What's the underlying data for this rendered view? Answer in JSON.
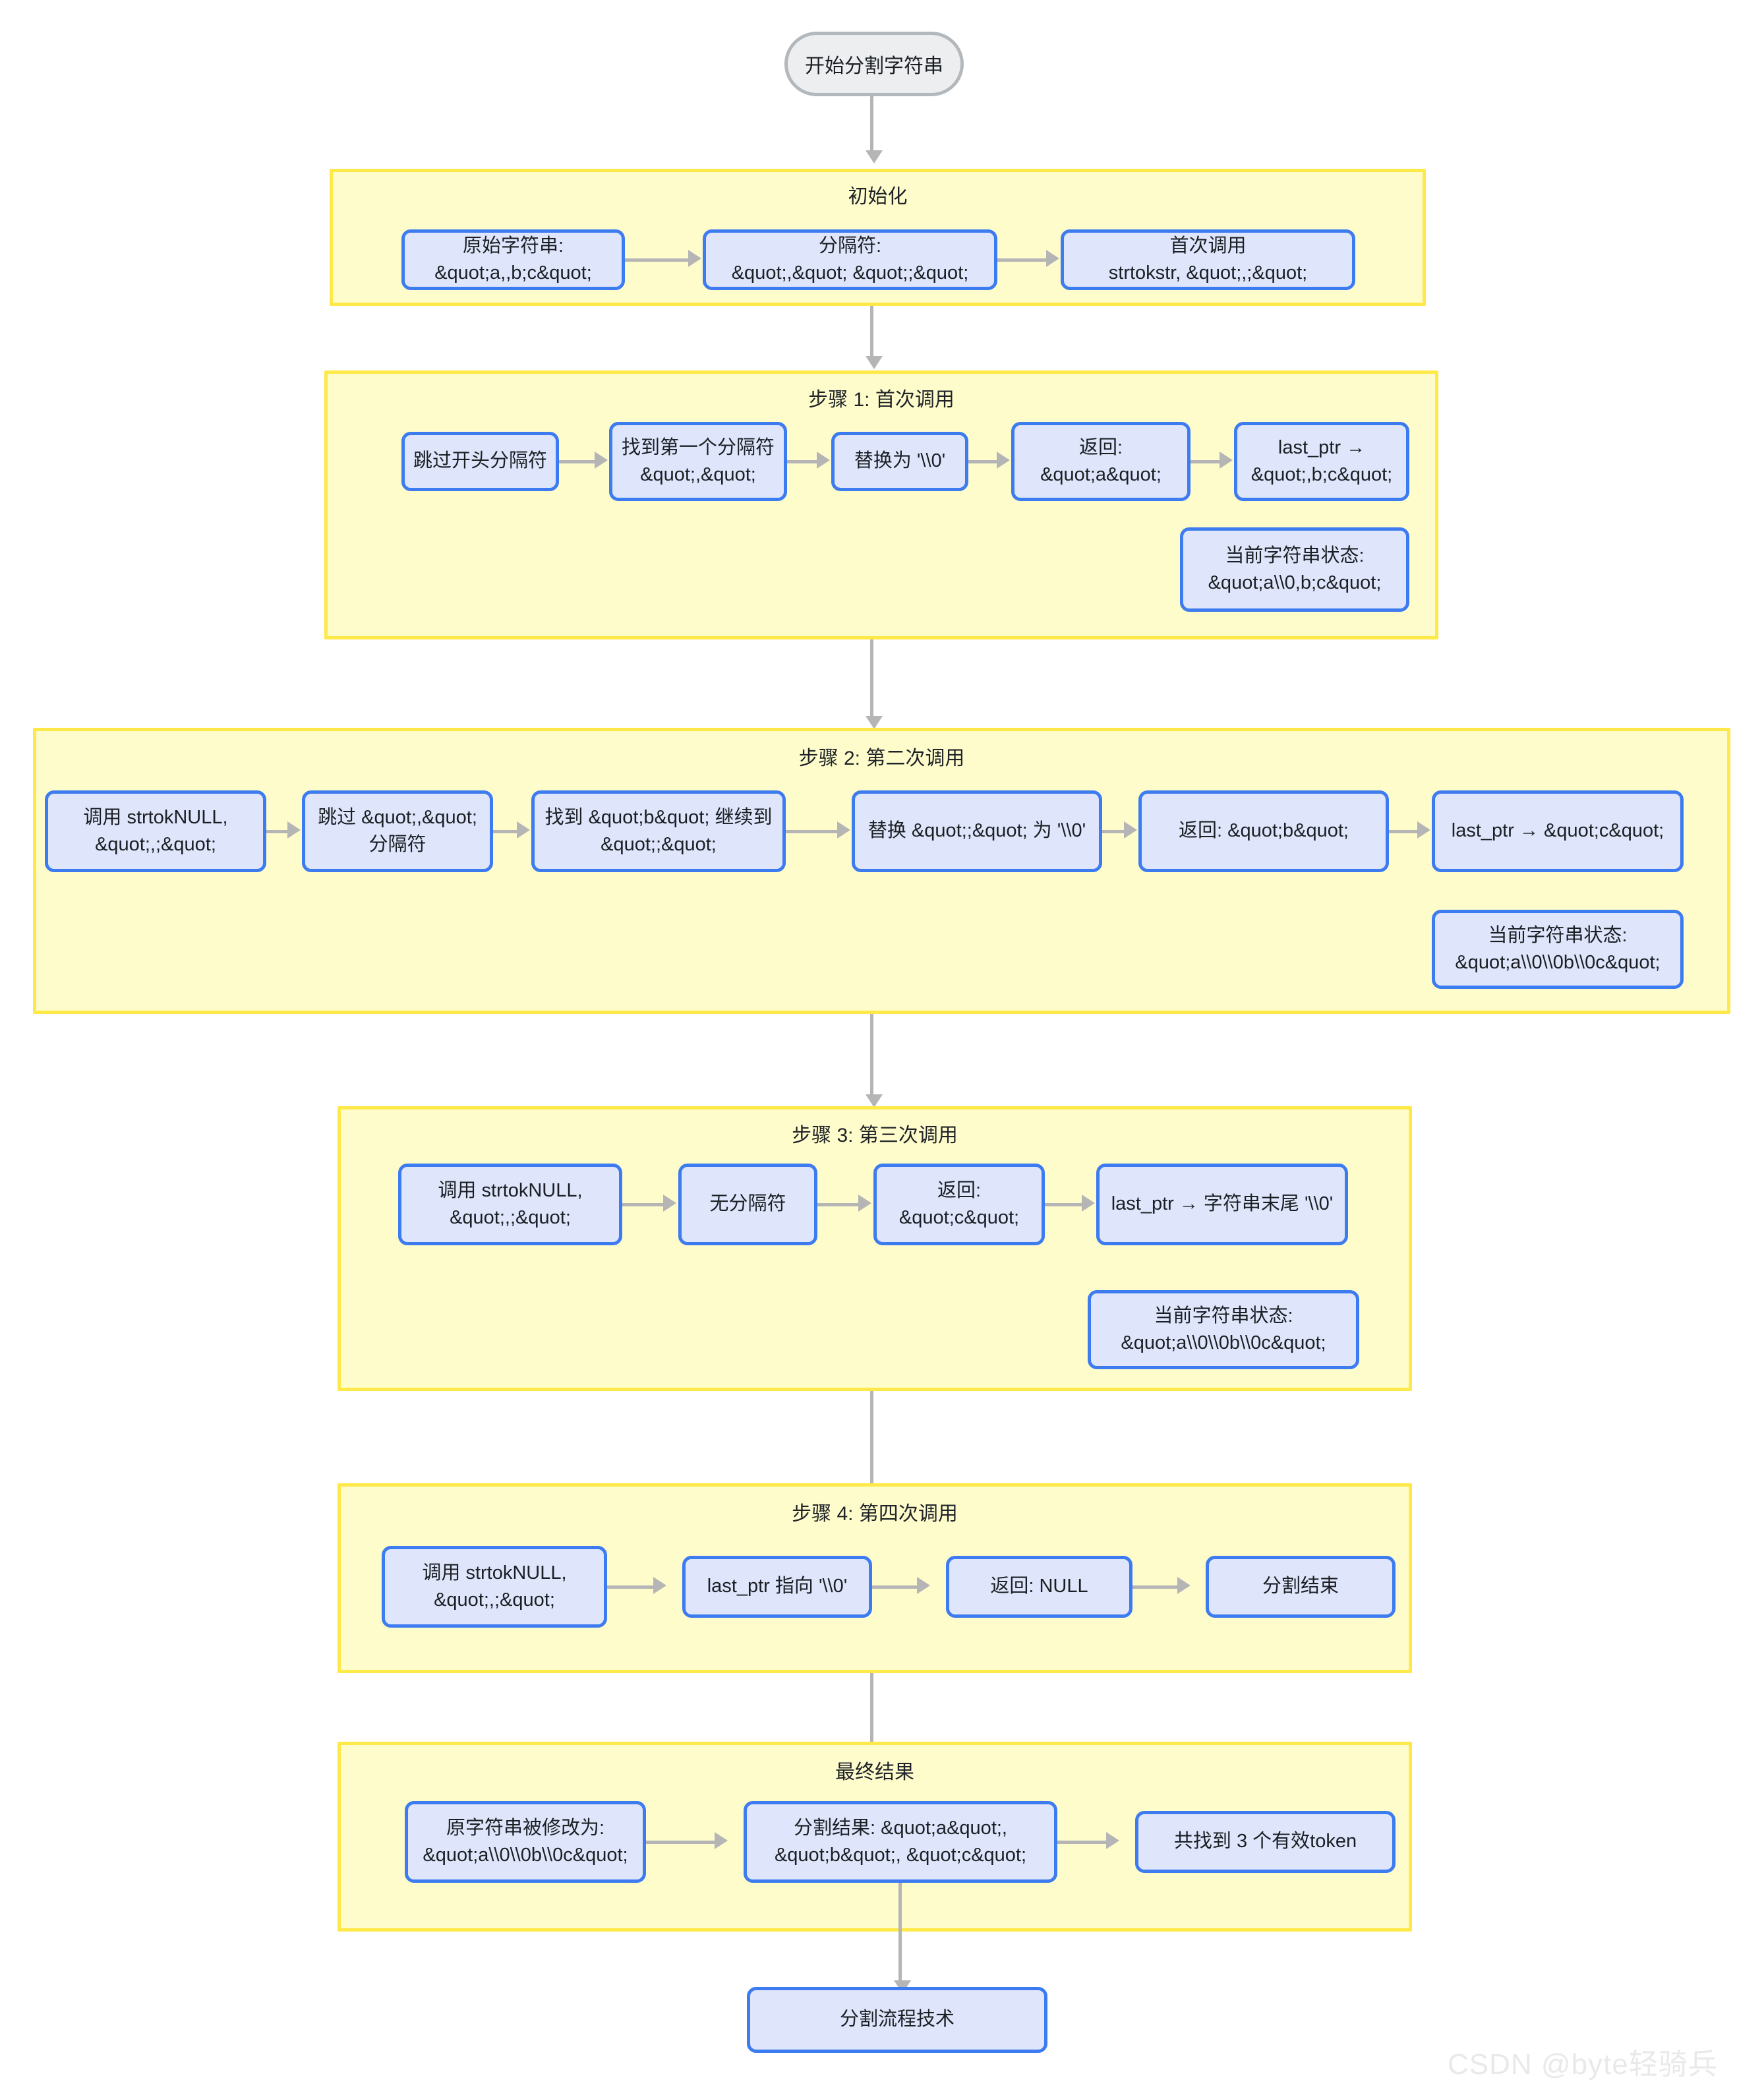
{
  "diagram": {
    "title_node": {
      "label": "开始分割字符串"
    },
    "end_node": {
      "label": "分割流程技术"
    },
    "sections": [
      {
        "id": "init",
        "title": "初始化",
        "nodes": [
          {
            "id": "init-1",
            "label": "原始字符串:\n&quot;a,,b;c&quot;"
          },
          {
            "id": "init-2",
            "label": "分隔符:\n&quot;,&quot; &quot;;&quot;"
          },
          {
            "id": "init-3",
            "label": "首次调用\nstrtokstr, &quot;,;&quot;"
          }
        ]
      },
      {
        "id": "step1",
        "title": "步骤 1: 首次调用",
        "nodes": [
          {
            "id": "s1-1",
            "label": "跳过开头分隔符"
          },
          {
            "id": "s1-2",
            "label": "找到第一个分隔符\n&quot;,&quot;"
          },
          {
            "id": "s1-3",
            "label": "替换为 '\\\\0'"
          },
          {
            "id": "s1-4",
            "label": "返回:\n&quot;a&quot;"
          },
          {
            "id": "s1-5",
            "label": "last_ptr →\n&quot;,b;c&quot;"
          },
          {
            "id": "s1-state",
            "label": "当前字符串状态:\n&quot;a\\\\0,b;c&quot;"
          }
        ]
      },
      {
        "id": "step2",
        "title": "步骤 2: 第二次调用",
        "nodes": [
          {
            "id": "s2-1",
            "label": "调用 strtokNULL,\n&quot;,;&quot;"
          },
          {
            "id": "s2-2",
            "label": "跳过 &quot;,&quot;\n分隔符"
          },
          {
            "id": "s2-3",
            "label": "找到 &quot;b&quot; 继续到\n&quot;;&quot;"
          },
          {
            "id": "s2-4",
            "label": "替换 &quot;;&quot; 为 '\\\\0'"
          },
          {
            "id": "s2-5",
            "label": "返回: &quot;b&quot;"
          },
          {
            "id": "s2-6",
            "label": "last_ptr → &quot;c&quot;"
          },
          {
            "id": "s2-state",
            "label": "当前字符串状态:\n&quot;a\\\\0\\\\0b\\\\0c&quot;"
          }
        ]
      },
      {
        "id": "step3",
        "title": "步骤 3: 第三次调用",
        "nodes": [
          {
            "id": "s3-1",
            "label": "调用 strtokNULL,\n&quot;,;&quot;"
          },
          {
            "id": "s3-2",
            "label": "无分隔符"
          },
          {
            "id": "s3-3",
            "label": "返回:\n&quot;c&quot;"
          },
          {
            "id": "s3-4",
            "label": "last_ptr → 字符串末尾 '\\\\0'"
          },
          {
            "id": "s3-state",
            "label": "当前字符串状态:\n&quot;a\\\\0\\\\0b\\\\0c&quot;"
          }
        ]
      },
      {
        "id": "step4",
        "title": "步骤 4: 第四次调用",
        "nodes": [
          {
            "id": "s4-1",
            "label": "调用 strtokNULL,\n&quot;,;&quot;"
          },
          {
            "id": "s4-2",
            "label": "last_ptr 指向 '\\\\0'"
          },
          {
            "id": "s4-3",
            "label": "返回: NULL"
          },
          {
            "id": "s4-4",
            "label": "分割结束"
          }
        ]
      },
      {
        "id": "final",
        "title": "最终结果",
        "nodes": [
          {
            "id": "f-1",
            "label": "原字符串被修改为:\n&quot;a\\\\0\\\\0b\\\\0c&quot;"
          },
          {
            "id": "f-2",
            "label": "分割结果: &quot;a&quot;,\n&quot;b&quot;, &quot;c&quot;"
          },
          {
            "id": "f-3",
            "label": "共找到 3 个有效token"
          }
        ]
      }
    ]
  },
  "watermark": {
    "text": "CSDN @byte轻骑兵"
  },
  "colors": {
    "node_fill": "#dfe6fb",
    "node_border": "#3d7bf0",
    "cluster_fill": "#fffccc",
    "cluster_border": "#ffe949",
    "edge": "#b5b5b5",
    "start_fill": "#eceef0",
    "start_border": "#b3b8bd"
  }
}
